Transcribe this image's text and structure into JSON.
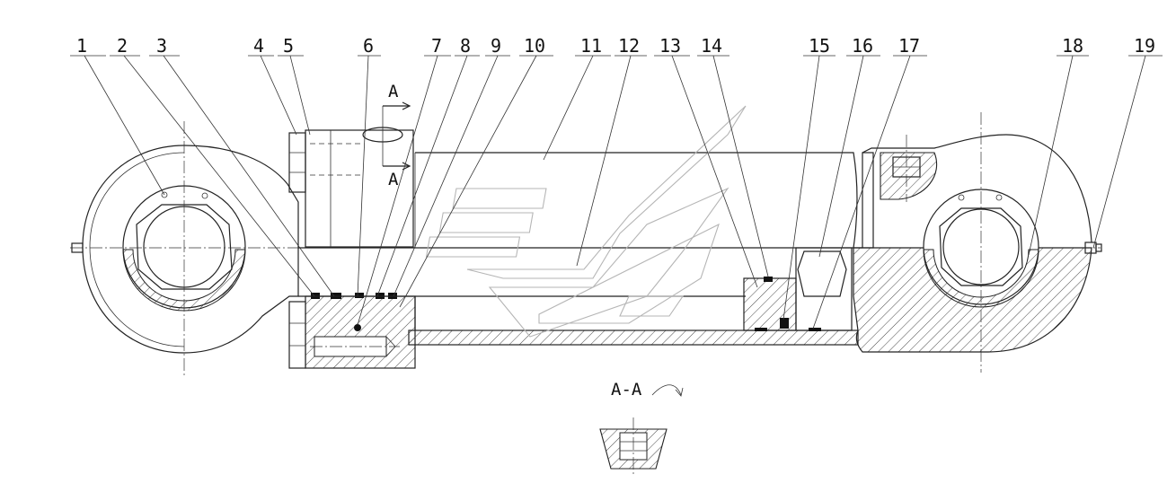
{
  "drawing": {
    "part_numbers": [
      "1",
      "2",
      "3",
      "4",
      "5",
      "6",
      "7",
      "8",
      "9",
      "10",
      "11",
      "12",
      "13",
      "14",
      "15",
      "16",
      "17",
      "18",
      "19"
    ],
    "section_marker_top": "A",
    "section_marker_bottom": "A",
    "section_view_label": "A-A"
  },
  "colors": {
    "line": "#222222",
    "watermark": "#b5b5b5",
    "background": "#ffffff"
  }
}
